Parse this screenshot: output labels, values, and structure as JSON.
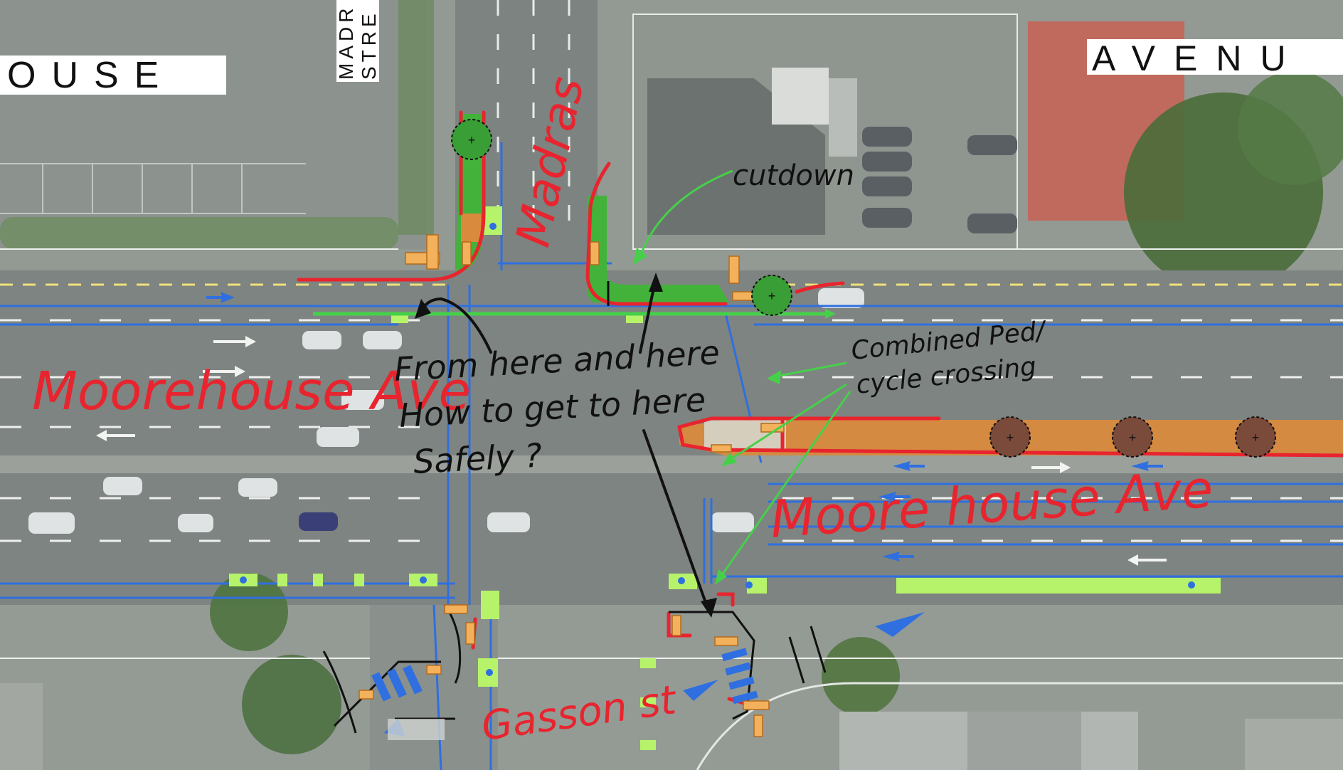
{
  "map_labels": {
    "house_partial": "OUSE",
    "avenue_partial": "AVENU",
    "madras_street_vertical_1": "MADR",
    "madras_street_vertical_2": "STRE"
  },
  "annotations": {
    "madras": "Madras",
    "moorehouse_west": "Moorehouse Ave",
    "moorehouse_east": "Moore house Ave",
    "gasson": "Gasson st",
    "cutdown": "cutdown",
    "combined_1": "Combined Ped/",
    "combined_2": "cycle crossing",
    "question_1": "From here and here",
    "question_2": "How to get to here",
    "question_3": "Safely ?"
  },
  "colors": {
    "aerial_base": "#8e9590",
    "road": "#7d8380",
    "annotation_red": "#e8242e",
    "cycle_lane_blue": "#2f6fe0",
    "green_path": "#46d04a",
    "green_marker": "#b6f36a",
    "orange_median": "#d98a3c",
    "ink_black": "#111111",
    "sign_white": "#ffffff"
  }
}
